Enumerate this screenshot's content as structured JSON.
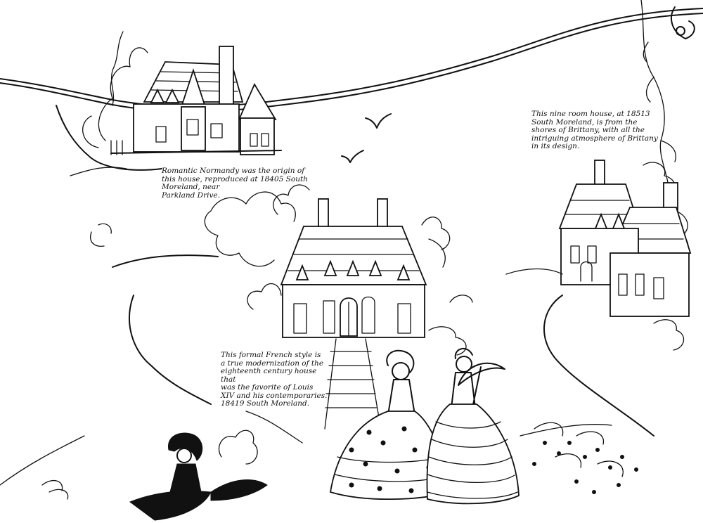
{
  "captions": {
    "normandy": "Romantic Normandy was the origin of\nthis house, reproduced at 18405 South\nMoreland, near\nParkland Drive.",
    "brittany": "This nine room house, at 18513\nSouth Moreland, is from the\nshores of Brittany, with all the\nintriguing atmosphere of Brittany\nin its design.",
    "french": "This formal French style is\na true modernization of the\neighteenth century house that\nwas the favorite of Louis\nXIV and his contemporaries.\n18419 South Moreland."
  },
  "colors": {
    "ink": "#111111",
    "paper": "#ffffff"
  }
}
